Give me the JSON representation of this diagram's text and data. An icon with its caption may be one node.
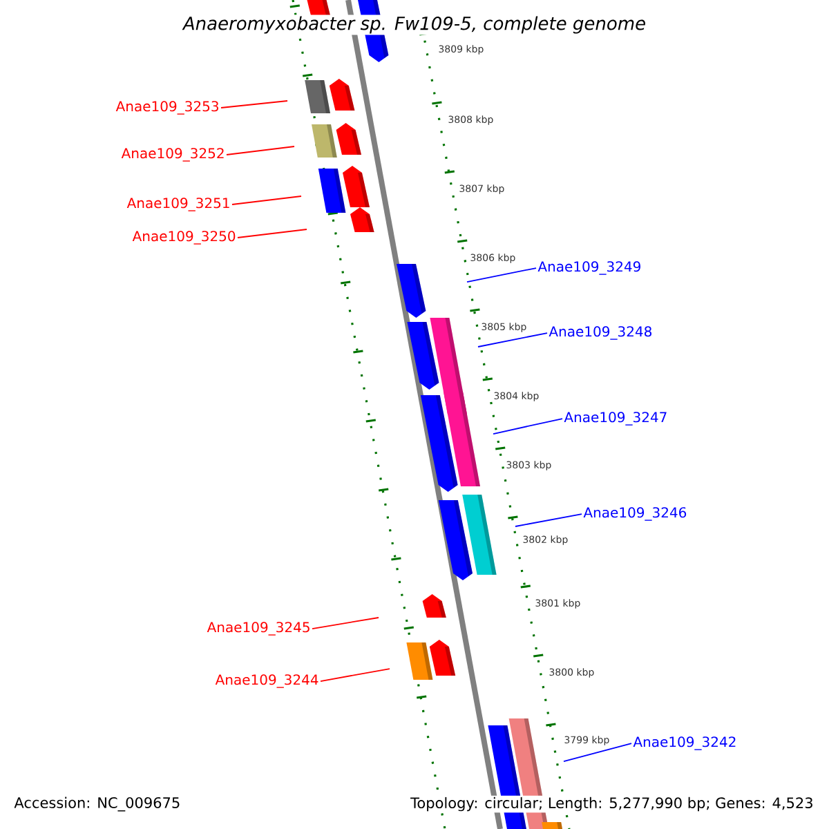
{
  "diagram": {
    "title": "Anaeromyxobacter sp. Fw109-5, complete genome",
    "nodes": [
      {
        "text": [
          "Anae109_3253"
        ]
      },
      {
        "text": [
          "Anae109_3252"
        ]
      },
      {
        "text": [
          "Anae109_3251"
        ]
      },
      {
        "text": [
          "Anae109_3250"
        ]
      },
      {
        "text": [
          "Anae109_3249"
        ]
      },
      {
        "text": [
          "Anae109_3248"
        ]
      },
      {
        "text": [
          "Anae109_3247"
        ]
      },
      {
        "text": [
          "Anae109_3246"
        ]
      },
      {
        "text": [
          "Anae109_3245"
        ]
      },
      {
        "text": [
          "Anae109_3244"
        ]
      },
      {
        "text": [
          "Anae109_3242"
        ]
      }
    ],
    "edges": [
      {
        "from": 0,
        "to": null,
        "arrow": "none"
      },
      {
        "from": 1,
        "to": null,
        "arrow": "none"
      },
      {
        "from": 2,
        "to": null,
        "arrow": "none"
      },
      {
        "from": 3,
        "to": null,
        "arrow": "none"
      },
      {
        "from": 4,
        "to": null,
        "arrow": "none",
        "color": "#0000ff"
      },
      {
        "from": 5,
        "to": null,
        "arrow": "none",
        "color": "#0000ff"
      },
      {
        "from": 6,
        "to": null,
        "arrow": "none",
        "color": "#0000ff"
      },
      {
        "from": 7,
        "to": null,
        "arrow": "none",
        "color": "#0000ff"
      },
      {
        "from": 8,
        "to": null,
        "arrow": "none"
      },
      {
        "from": 9,
        "to": null,
        "arrow": "none"
      },
      {
        "from": 10,
        "to": null,
        "arrow": "none",
        "color": "#0000ff"
      }
    ],
    "labels": [
      "3809 kbp",
      "3808 kbp",
      "3807 kbp",
      "3806 kbp",
      "3805 kbp",
      "3804 kbp",
      "3803 kbp",
      "3802 kbp",
      "3801 kbp",
      "3800 kbp",
      "3799 kbp",
      "Accession: NC_009675",
      "Topology: circular; Length: 5,277,990 bp; Genes: 4,523"
    ]
  }
}
